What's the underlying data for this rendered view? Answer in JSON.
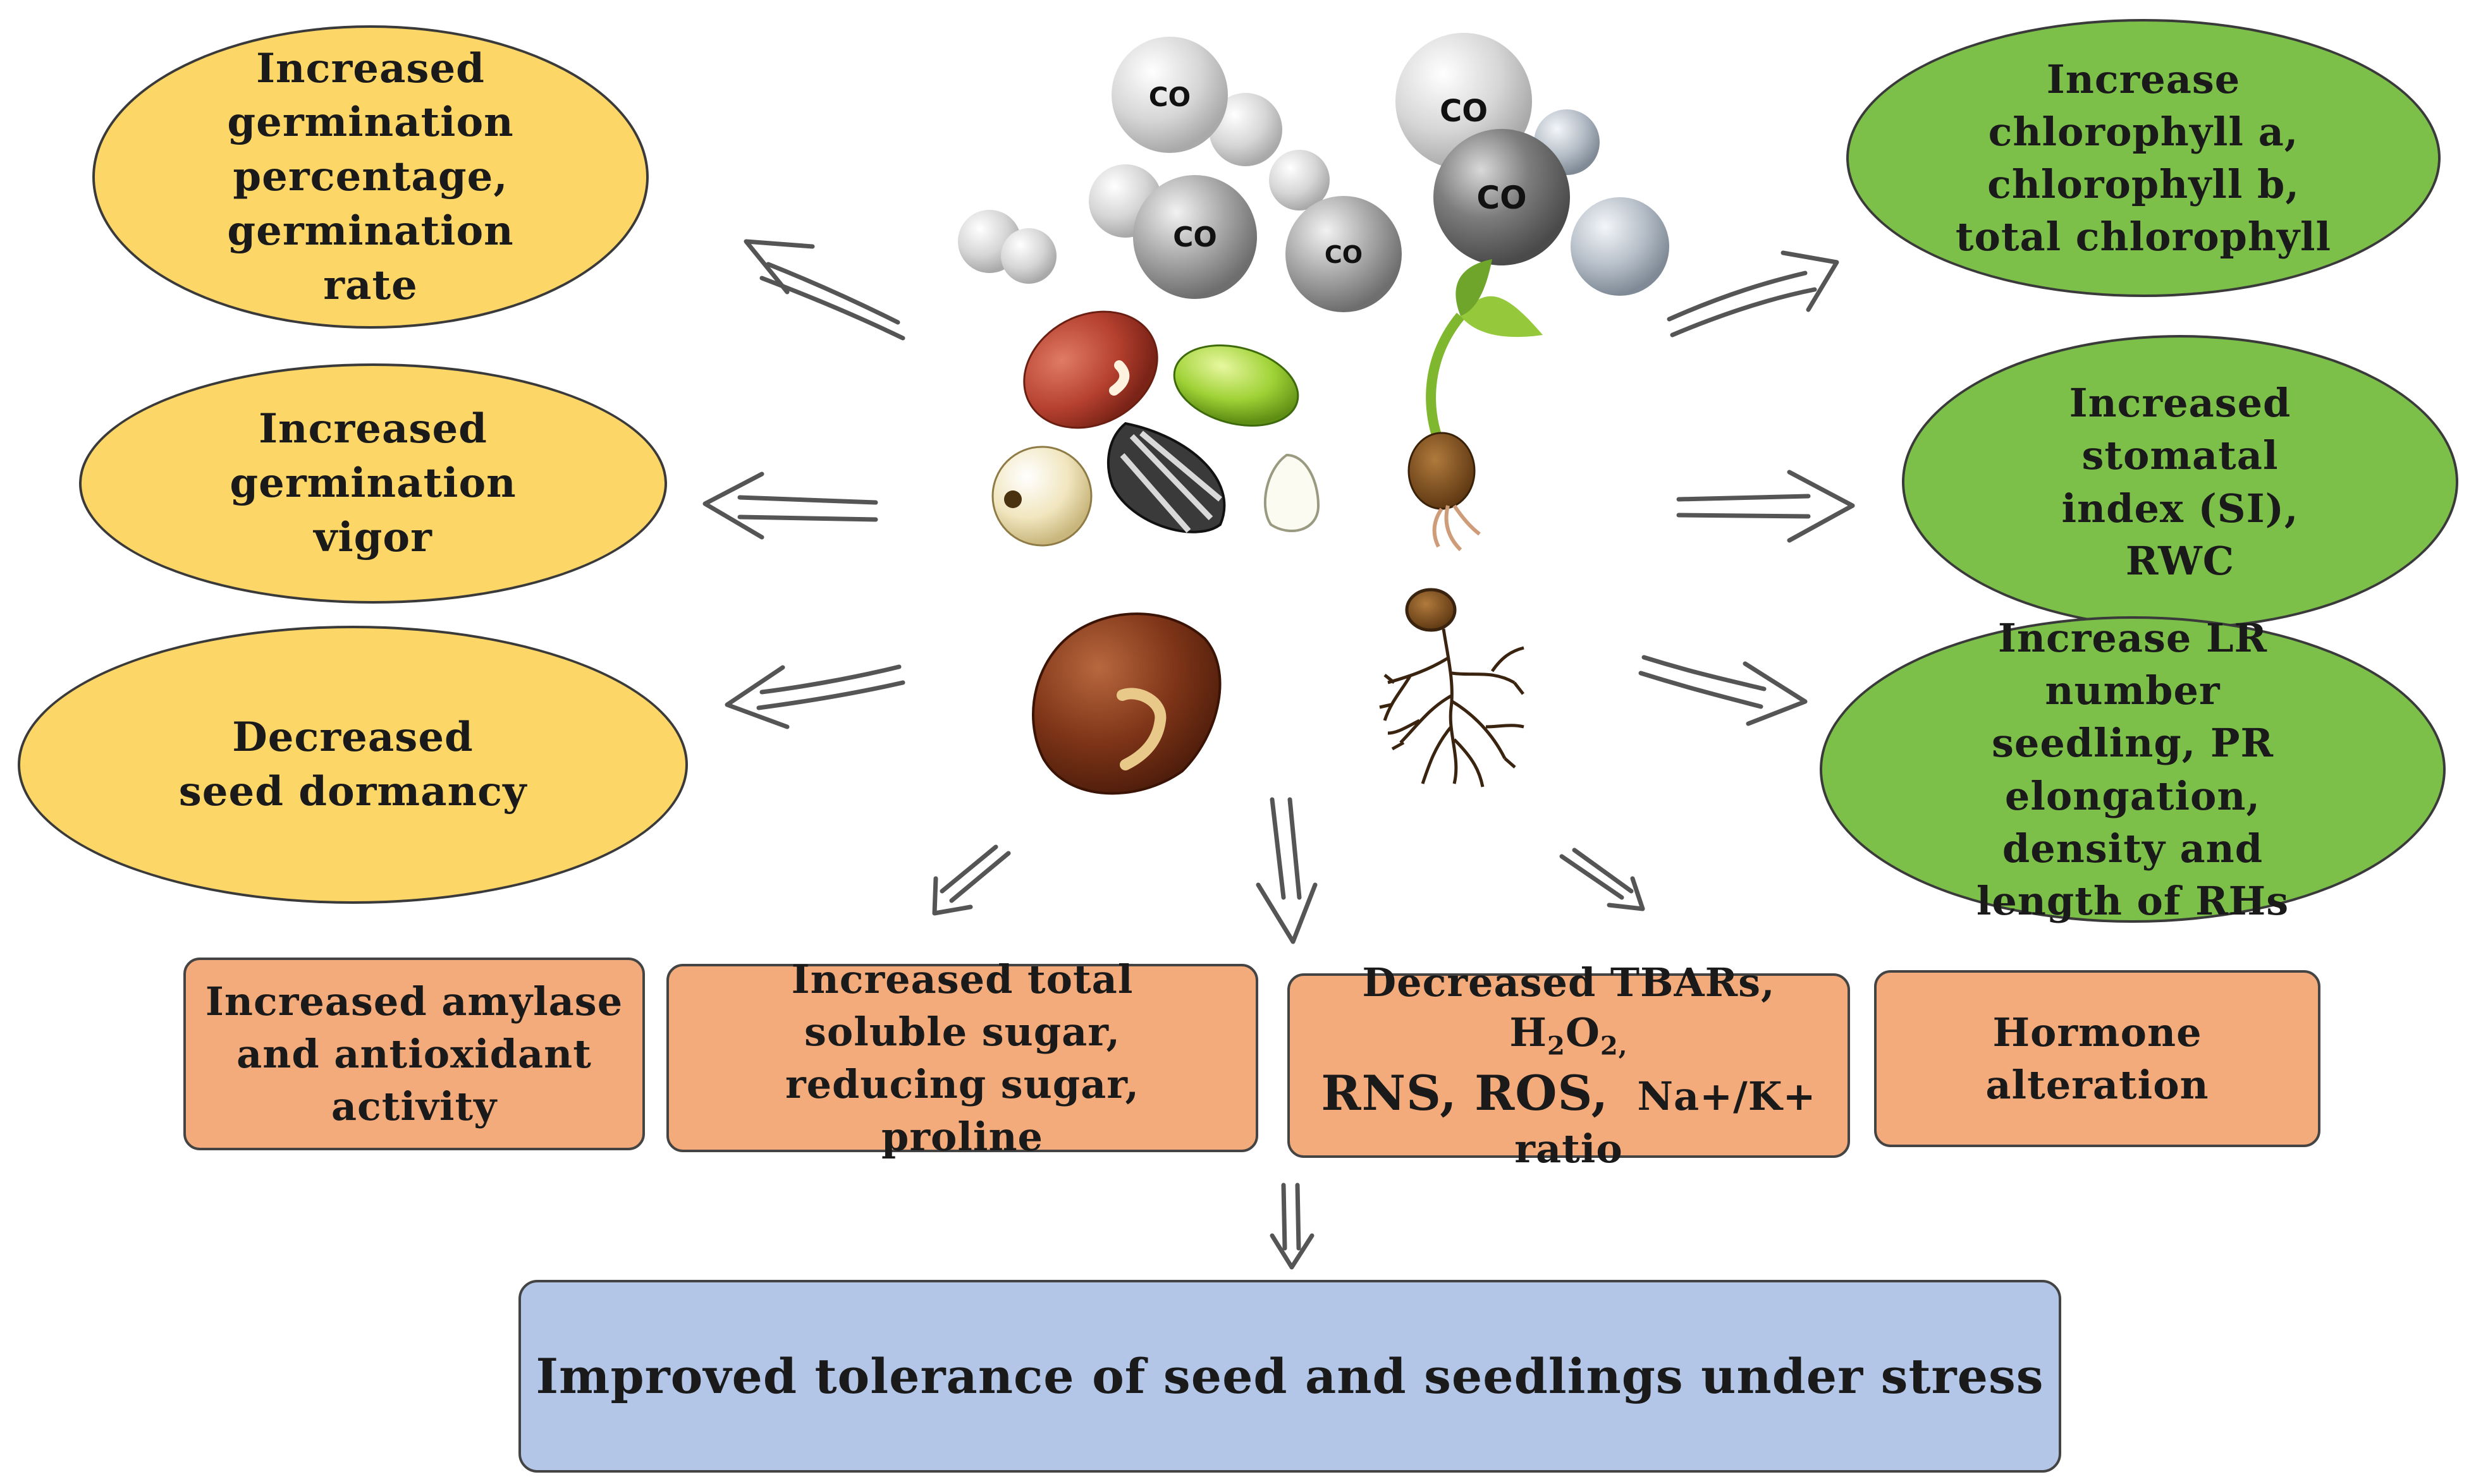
{
  "effects_left": [
    {
      "label": "Increased germination percentage, germination rate",
      "color": "#fcd667"
    },
    {
      "label": "Increased germination vigor",
      "color": "#fcd667"
    },
    {
      "label": "Decreased seed dormancy",
      "color": "#fcd667"
    }
  ],
  "effects_right": [
    {
      "label": "Increase chlorophyll a, chlorophyll b, total chlorophyll",
      "color": "#7cc04a"
    },
    {
      "label": "Increased stomatal index (SI), RWC",
      "color": "#7cc04a"
    },
    {
      "label": "Increase LR number seedling, PR elongation, density and length of RHs",
      "color": "#7cc04a"
    }
  ],
  "biochemical": [
    {
      "label": "Increased amylase and antioxidant activity",
      "color": "#f3ab7c"
    },
    {
      "label": "Increased total soluble sugar, reducing sugar, proline",
      "color": "#f3ab7c"
    },
    {
      "label": "Decreased TBARs, H2O2, RNS, ROS, Na+/K+ ratio",
      "color": "#f3ab7c"
    },
    {
      "label": "Hormone alteration",
      "color": "#f3ab7c"
    }
  ],
  "biochem_box3": {
    "line1_prefix": "Decreased TBARs, H",
    "sub1": "2",
    "mid": "O",
    "sub2": "2,",
    "line2_a": "RNS, ROS,",
    "line2_b": "Na+/K+",
    "line3": "ratio"
  },
  "outcome": {
    "label": "Improved tolerance of seed and seedlings under stress",
    "color": "#b3c6e7"
  },
  "molecules": [
    "CO",
    "CO",
    "CO",
    "CO",
    "CO"
  ],
  "icons": [
    "co-molecule-icon",
    "seeds-icon",
    "sprouting-seed-icon",
    "germinating-bean-icon",
    "rooted-seedling-icon",
    "arrow-icon"
  ]
}
